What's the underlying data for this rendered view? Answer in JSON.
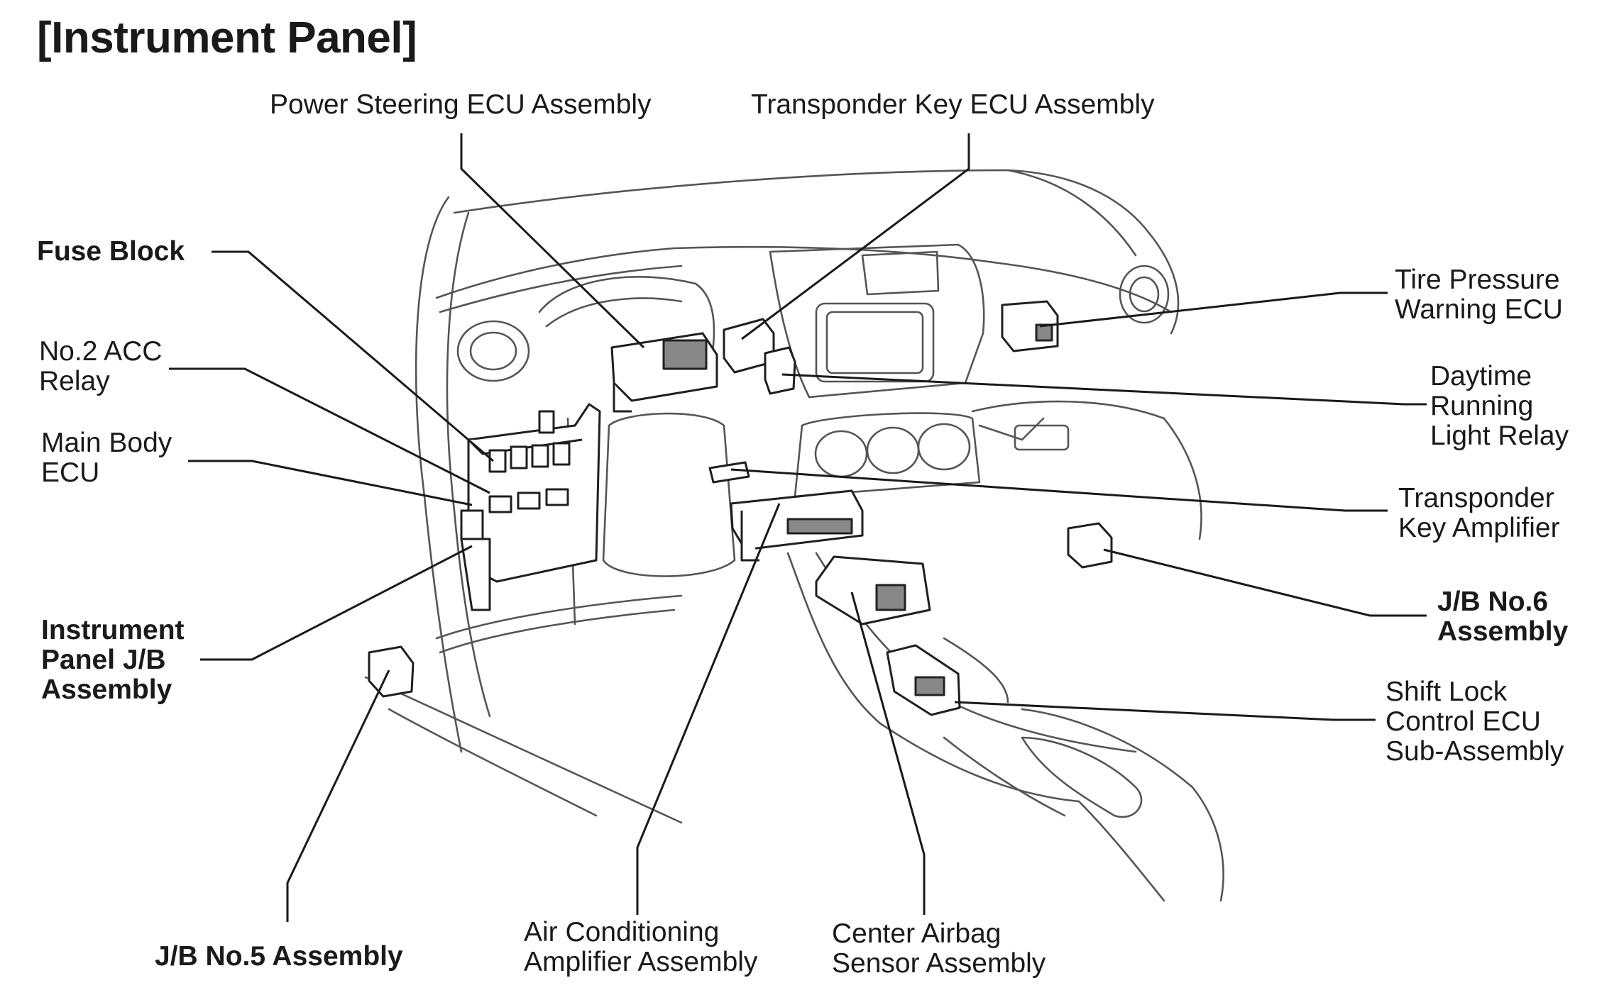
{
  "title": "[Instrument Panel]",
  "labels": {
    "power_steering_ecu": [
      "Power Steering ECU Assembly"
    ],
    "transponder_key_ecu": [
      "Transponder Key ECU Assembly"
    ],
    "fuse_block": [
      "Fuse Block"
    ],
    "no2_acc_relay": [
      "No.2 ACC",
      "Relay"
    ],
    "main_body_ecu": [
      "Main Body",
      "ECU"
    ],
    "instrument_panel_jb": [
      "Instrument",
      "Panel J/B",
      "Assembly"
    ],
    "jb_no5": [
      "J/B No.5 Assembly"
    ],
    "air_conditioning_amp": [
      "Air Conditioning",
      "Amplifier Assembly"
    ],
    "center_airbag": [
      "Center Airbag",
      "Sensor Assembly"
    ],
    "tire_pressure_ecu": [
      "Tire Pressure",
      "Warning ECU"
    ],
    "daytime_running_relay": [
      "Daytime",
      "Running",
      "Light Relay"
    ],
    "transponder_key_amp": [
      "Transponder",
      "Key Amplifier"
    ],
    "jb_no6": [
      "J/B No.6",
      "Assembly"
    ],
    "shift_lock_ecu": [
      "Shift Lock",
      "Control ECU",
      "Sub-Assembly"
    ]
  }
}
